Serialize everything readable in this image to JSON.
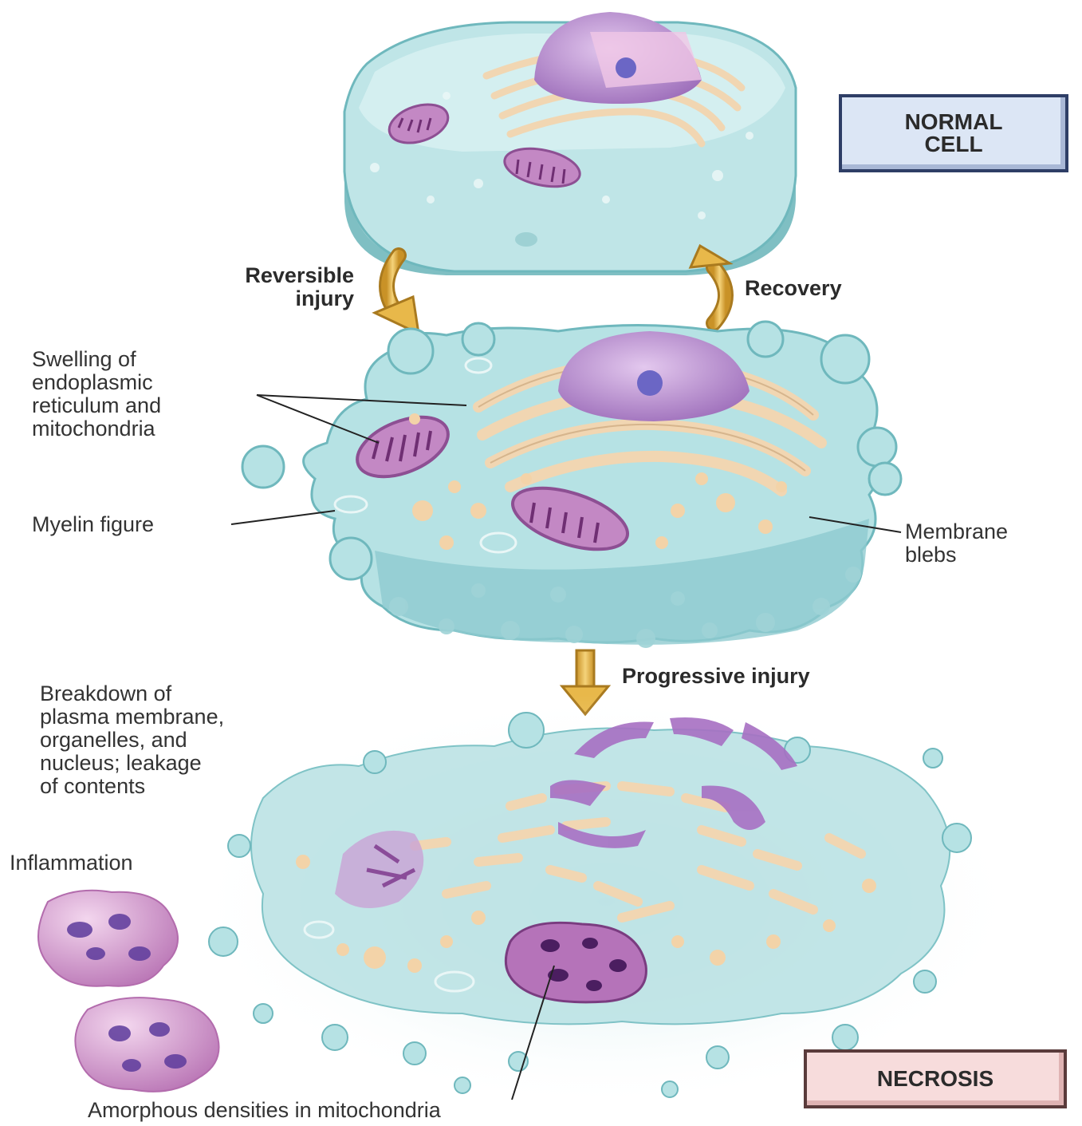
{
  "labels": {
    "normal_cell": "NORMAL\nCELL",
    "reversible_injury": "Reversible\ninjury",
    "recovery": "Recovery",
    "swelling": "Swelling of\nendoplasmic\nreticulum and\nmitochondria",
    "myelin_figure": "Myelin figure",
    "membrane_blebs": "Membrane\nblebs",
    "progressive_injury": "Progressive injury",
    "breakdown": "Breakdown of\nplasma membrane,\norganelles, and\nnucleus; leakage\nof contents",
    "inflammation": "Inflammation",
    "necrosis": "NECROSIS",
    "amorphous_densities": "Amorphous densities in mitochondria"
  },
  "colors": {
    "cytoplasm": "#b6e2e4",
    "cell_edge": "#6fb8bd",
    "nucleus": "#b58ad0",
    "er": "#f1d6b2",
    "mitochondria": "#b577b9",
    "arrow": "#e8b84a",
    "normal_box": "#dce6f5",
    "necrosis_box": "#f7dcdc"
  }
}
